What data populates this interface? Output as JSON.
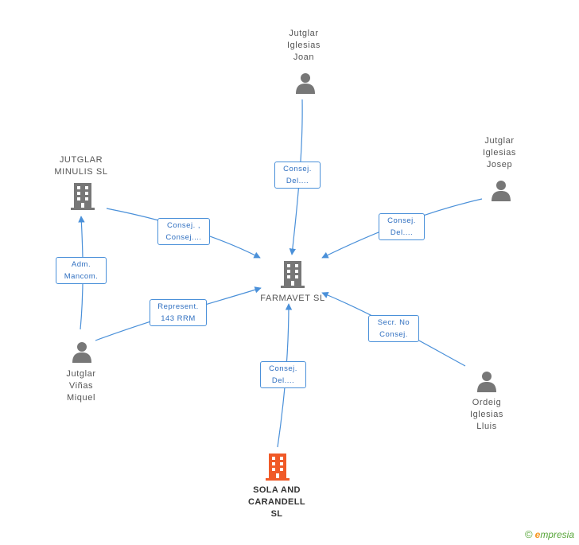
{
  "nodes": {
    "farmavet": {
      "label": [
        "FARMAVET SL"
      ]
    },
    "joan": {
      "label": [
        "Jutglar",
        "Iglesias",
        "Joan"
      ]
    },
    "josep": {
      "label": [
        "Jutglar",
        "Iglesias",
        "Josep"
      ]
    },
    "minulis": {
      "label": [
        "JUTGLAR",
        "MINULIS SL"
      ]
    },
    "miquel": {
      "label": [
        "Jutglar",
        "Viñas",
        "Miquel"
      ]
    },
    "lluis": {
      "label": [
        "Ordeig",
        "Iglesias",
        "Lluis"
      ]
    },
    "sola": {
      "label": [
        "SOLA AND",
        "CARANDELL",
        "SL"
      ]
    }
  },
  "edges": {
    "joan_farmavet": [
      "Consej.",
      "Del...."
    ],
    "minulis_farmavet": [
      "Consej. ,",
      "Consej...."
    ],
    "josep_farmavet": [
      "Consej.",
      "Del...."
    ],
    "miquel_minulis": [
      "Adm.",
      "Mancom."
    ],
    "miquel_farmavet": [
      "Represent.",
      "143 RRM"
    ],
    "lluis_farmavet": [
      "Secr. No",
      "Consej."
    ],
    "sola_farmavet": [
      "Consej.",
      "Del...."
    ]
  },
  "colors": {
    "edge": "#4a90d9",
    "icon": "#777777",
    "focus_icon": "#f05a28"
  },
  "brand": {
    "copyright": "©",
    "e": "e",
    "rest": "mpresia"
  }
}
